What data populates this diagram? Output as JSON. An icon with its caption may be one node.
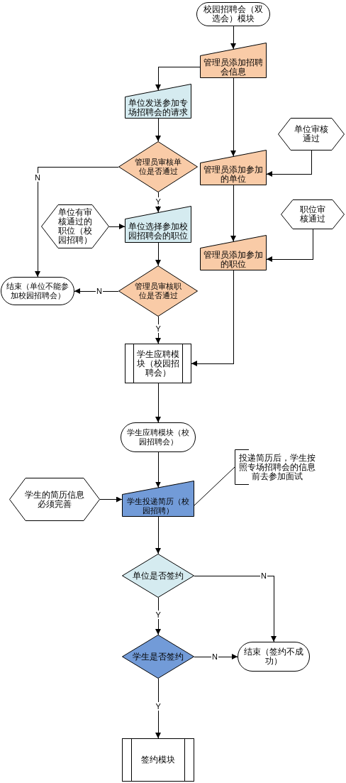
{
  "diagram": {
    "nodes": [
      {
        "text": [
          "校园招聘会（双选会）模块"
        ]
      },
      {
        "text": [
          "管理员添加招聘会信息"
        ]
      },
      {
        "text": [
          "单位发送参加专场招聘会的请求"
        ]
      },
      {
        "text": [
          "管理员审核单位是否通过"
        ]
      },
      {
        "text": [
          "单位审核通过"
        ]
      },
      {
        "text": [
          "管理员添加参加的单位"
        ]
      },
      {
        "text": [
          "单位有审核通过的职位（校园招聘）"
        ]
      },
      {
        "text": [
          "单位选择参加校园招聘会的职位"
        ]
      },
      {
        "text": [
          "职位审核通过"
        ]
      },
      {
        "text": [
          "管理员添加参加的职位"
        ]
      },
      {
        "text": [
          "结束（单位不能参加校园招聘会）"
        ]
      },
      {
        "text": [
          "管理员审核职位是否通过"
        ]
      },
      {
        "text": [
          "学生应聘模块（校园招聘会）"
        ]
      },
      {
        "text": [
          "学生应聘模块（校园招聘会）"
        ]
      },
      {
        "text": [
          "投递简历后，学生按照专场招聘会的信息前去参加面试"
        ]
      },
      {
        "text": [
          "学生投递简历（校园招聘）"
        ]
      },
      {
        "text": [
          "学生的简历信息必须完善"
        ]
      },
      {
        "text": [
          "单位是否签约"
        ]
      },
      {
        "text": [
          "学生是否签约"
        ]
      },
      {
        "text": [
          "结束（签约不成功）"
        ]
      },
      {
        "text": [
          "签约模块"
        ]
      }
    ],
    "edges": [
      {
        "from": 0,
        "to": 1,
        "arrow": "to"
      },
      {
        "from": 1,
        "to": 2,
        "arrow": "to"
      },
      {
        "from": 1,
        "to": 5,
        "arrow": "to"
      },
      {
        "from": 2,
        "to": 3,
        "arrow": "to"
      },
      {
        "from": 3,
        "to": 10,
        "arrow": "to",
        "label": "N"
      },
      {
        "from": 3,
        "to": 7,
        "arrow": "to",
        "label": "Y"
      },
      {
        "from": 4,
        "to": 5,
        "arrow": "to"
      },
      {
        "from": 6,
        "to": 7,
        "arrow": "to"
      },
      {
        "from": 7,
        "to": 11,
        "arrow": "to"
      },
      {
        "from": 8,
        "to": 9,
        "arrow": "to"
      },
      {
        "from": 5,
        "to": 9,
        "arrow": "to"
      },
      {
        "from": 11,
        "to": 10,
        "arrow": "to",
        "label": "N"
      },
      {
        "from": 11,
        "to": 12,
        "arrow": "to",
        "label": "Y"
      },
      {
        "from": 9,
        "to": 12,
        "arrow": "to"
      },
      {
        "from": 12,
        "to": 13,
        "arrow": "to"
      },
      {
        "from": 13,
        "to": 15,
        "arrow": "to"
      },
      {
        "from": 14,
        "to": 15,
        "arrow": "none"
      },
      {
        "from": 16,
        "to": 15,
        "arrow": "to"
      },
      {
        "from": 15,
        "to": 17,
        "arrow": "to"
      },
      {
        "from": 17,
        "to": 19,
        "arrow": "to",
        "label": "N"
      },
      {
        "from": 17,
        "to": 18,
        "arrow": "to",
        "label": "Y"
      },
      {
        "from": 18,
        "to": 19,
        "arrow": "to",
        "label": "N"
      },
      {
        "from": 18,
        "to": 20,
        "arrow": "to",
        "label": "Y"
      }
    ]
  }
}
